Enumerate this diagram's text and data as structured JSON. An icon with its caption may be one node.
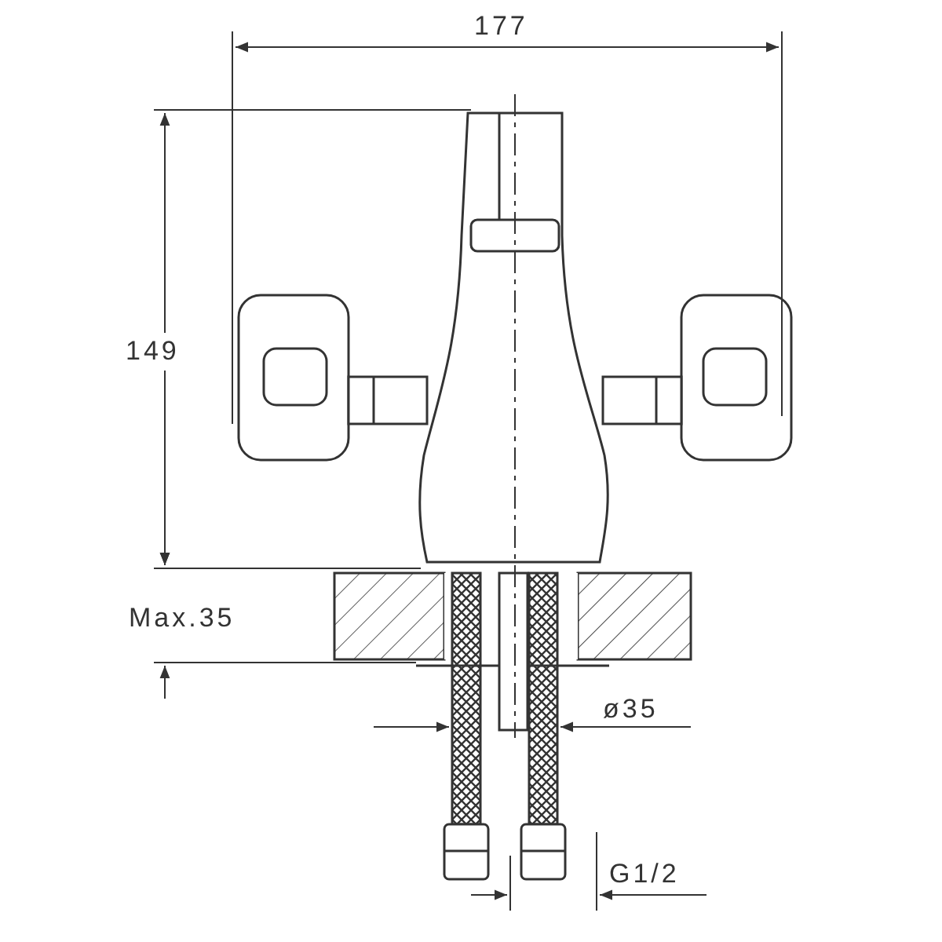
{
  "diagram": {
    "labels": [
      "177",
      "149",
      "Max.35",
      "ø35",
      "G1/2"
    ]
  }
}
